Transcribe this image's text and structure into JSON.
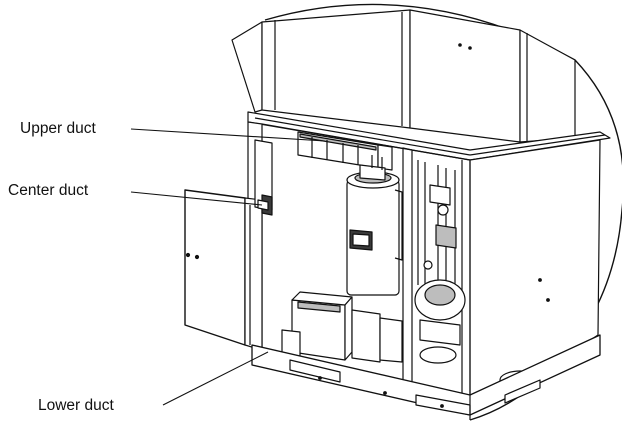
{
  "labels": {
    "upper_duct": "Upper duct",
    "center_duct": "Center duct",
    "lower_duct": "Lower duct"
  },
  "colors": {
    "line": "#111111",
    "fill": "#ffffff",
    "shade": "#bdbdbd",
    "dark": "#3a3a3a"
  }
}
